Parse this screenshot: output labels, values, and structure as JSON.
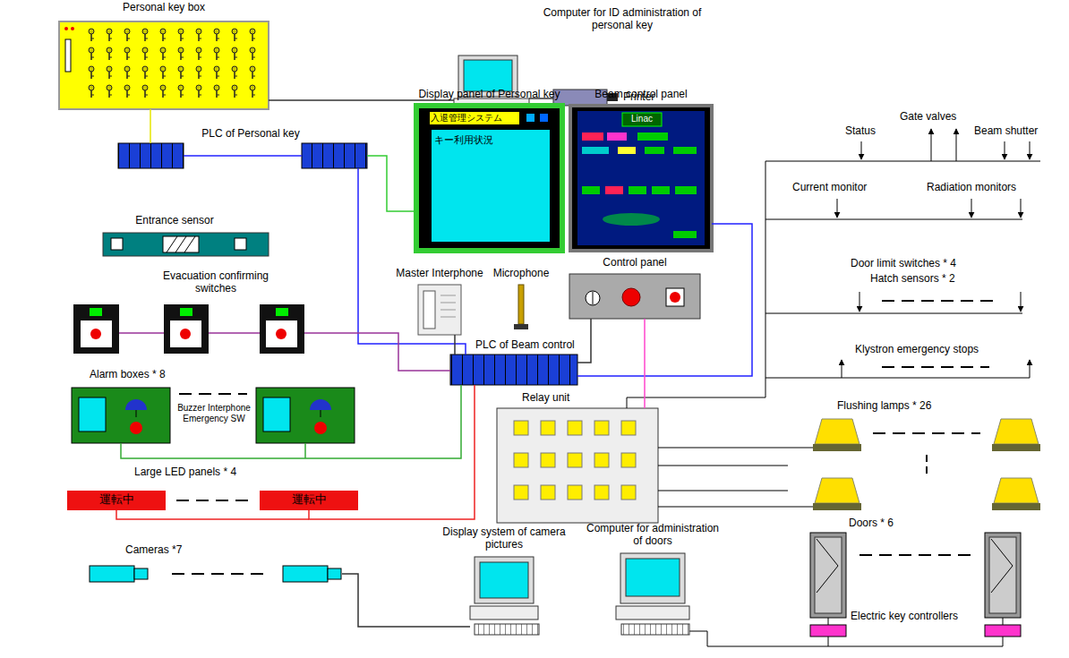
{
  "diagram": {
    "nodes": [
      {
        "text": [
          "Personal key box"
        ]
      },
      {
        "text": [
          "Computer for ID administration of personal key"
        ]
      },
      {
        "text": [
          "Printer"
        ]
      },
      {
        "text": [
          "PLC of Personal key"
        ]
      },
      {
        "text": [
          "Display panel of Personal key",
          "入退管理システム",
          "キー利用状況"
        ]
      },
      {
        "text": [
          "Beam control panel",
          "Linac"
        ]
      },
      {
        "text": [
          "Entrance sensor"
        ]
      },
      {
        "text": [
          "Evacuation confirming switches"
        ]
      },
      {
        "text": [
          "Master Interphone"
        ]
      },
      {
        "text": [
          "Microphone"
        ]
      },
      {
        "text": [
          "Control panel"
        ]
      },
      {
        "text": [
          "PLC of Beam control"
        ]
      },
      {
        "text": [
          "Alarm boxes * 8",
          "Buzzer Interphone Emergency SW"
        ]
      },
      {
        "text": [
          "Large LED panels * 4"
        ]
      },
      {
        "text": [
          "運転中"
        ],
        "in": 13
      },
      {
        "text": [
          "運転中"
        ],
        "in": 13
      },
      {
        "text": [
          "Relay unit"
        ]
      },
      {
        "text": [
          "Display system of camera pictures"
        ]
      },
      {
        "text": [
          "Computer for administration of doors"
        ]
      },
      {
        "text": [
          "Cameras *7"
        ]
      }
    ],
    "edges": [
      {
        "from": 0,
        "to": 3,
        "arrow": "none"
      },
      {
        "from": 0,
        "to": 1,
        "arrow": "none"
      },
      {
        "from": 1,
        "to": 2,
        "arrow": "none"
      },
      {
        "from": 3,
        "to": 4,
        "arrow": "none"
      },
      {
        "from": 3,
        "to": 11,
        "arrow": "none"
      },
      {
        "from": 5,
        "to": 11,
        "arrow": "none"
      },
      {
        "from": 7,
        "to": 11,
        "arrow": "none"
      },
      {
        "from": 8,
        "to": 11,
        "arrow": "none"
      },
      {
        "from": 10,
        "to": 11,
        "arrow": "none"
      },
      {
        "from": 10,
        "to": 16,
        "arrow": "none"
      },
      {
        "from": 11,
        "to": 12,
        "arrow": "none"
      },
      {
        "from": 11,
        "to": 13,
        "arrow": "none"
      },
      {
        "from": 17,
        "to": 19,
        "arrow": "none"
      }
    ],
    "labels": [
      "Status",
      "Gate valves",
      "Beam shutter",
      "Current monitor",
      "Radiation monitors",
      "Door limit switches * 4",
      "Hatch sensors * 2",
      "Klystron emergency stops",
      "Flushing lamps * 26",
      "Doors * 6",
      "Electric key controllers"
    ]
  }
}
